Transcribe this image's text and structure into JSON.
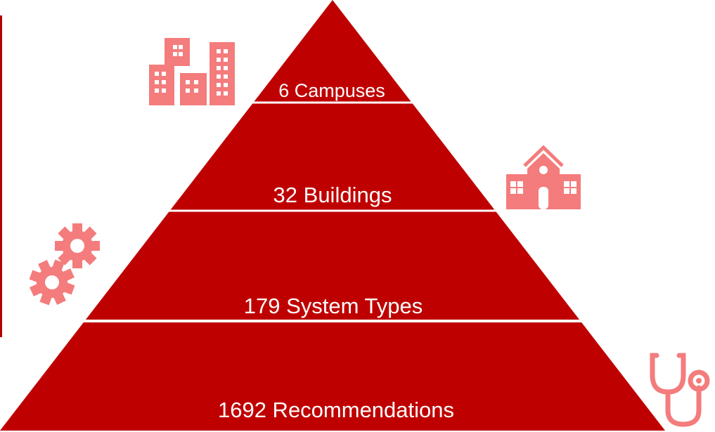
{
  "colors": {
    "pyramid_fill": "#bf0000",
    "divider": "#ffffff",
    "icon": "#f47c7c",
    "left_rule": "#b40000"
  },
  "tiers": [
    {
      "label": "6 Campuses",
      "icon": "city-buildings-icon"
    },
    {
      "label": "32 Buildings",
      "icon": "school-building-icon"
    },
    {
      "label": "179 System Types",
      "icon": "gears-icon"
    },
    {
      "label": "1692 Recommendations",
      "icon": "stethoscope-icon"
    }
  ]
}
